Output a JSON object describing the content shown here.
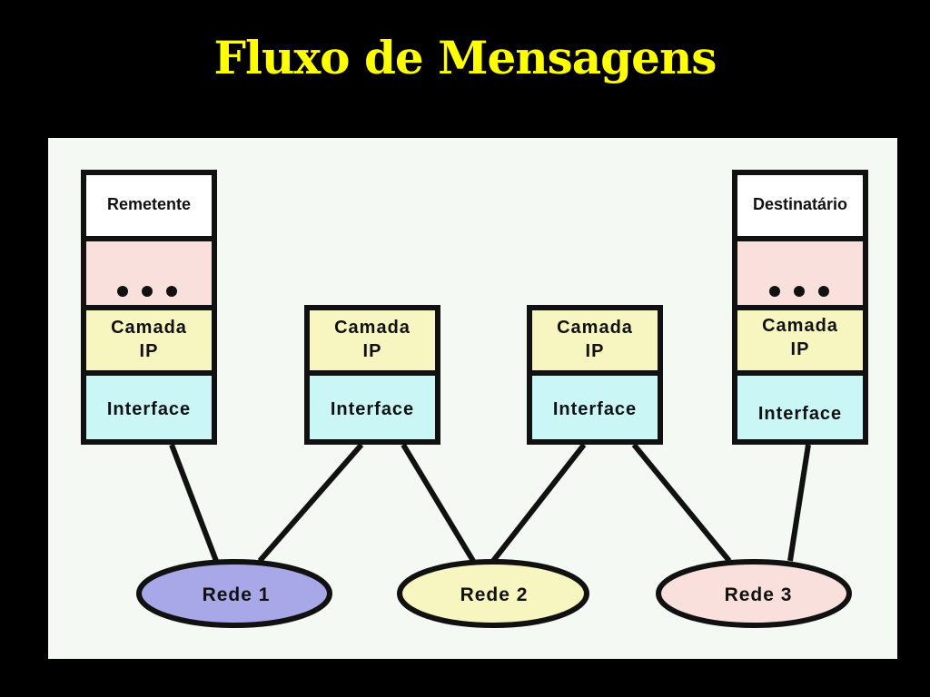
{
  "title": "Fluxo de Mensagens",
  "colors": {
    "title": "#ffff00",
    "background": "#000000",
    "diagram_bg": "#f4f9f4",
    "app_layer": "#ffffff",
    "dots_layer": "#f9e0dd",
    "ip_layer": "#f8f6c0",
    "interface_layer": "#cbf6f6",
    "rede1": "#a8a8e8",
    "rede2": "#f8f6c0",
    "rede3": "#f9e0dd"
  },
  "hosts": {
    "sender": {
      "app": "Remetente",
      "dots": "• • •",
      "ip_line1": "Camada",
      "ip_line2": "IP",
      "interface": "Interface"
    },
    "router1": {
      "ip_line1": "Camada",
      "ip_line2": "IP",
      "interface": "Interface"
    },
    "router2": {
      "ip_line1": "Camada",
      "ip_line2": "IP",
      "interface": "Interface"
    },
    "receiver": {
      "app": "Destinatário",
      "dots": "• • •",
      "ip_line1": "Camada",
      "ip_line2": "IP",
      "interface": "Interface"
    }
  },
  "networks": {
    "rede1": "Rede 1",
    "rede2": "Rede 2",
    "rede3": "Rede 3"
  }
}
